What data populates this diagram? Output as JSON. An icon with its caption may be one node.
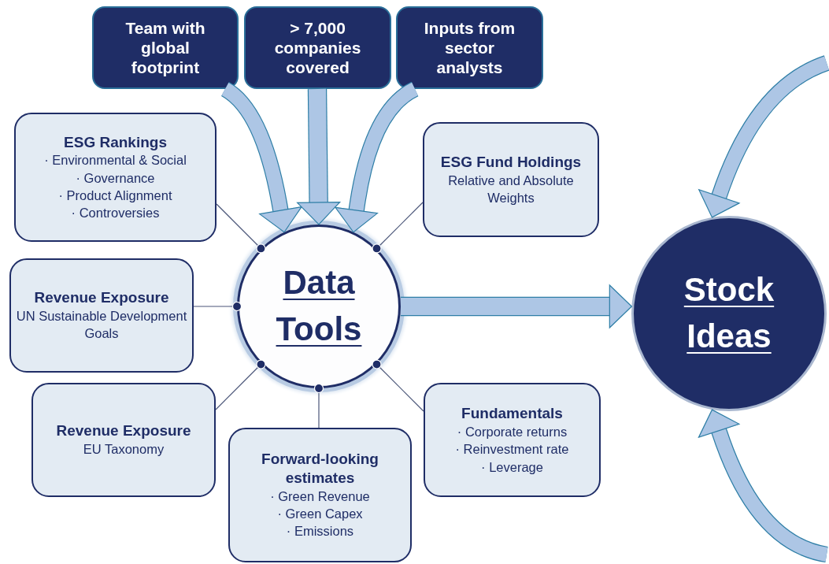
{
  "diagram": {
    "nodes": [
      {
        "text": [
          "Team with global footprint"
        ]
      },
      {
        "text": [
          "> 7,000 companies covered"
        ]
      },
      {
        "text": [
          "Inputs from sector analysts"
        ]
      },
      {
        "text": [
          "ESG Rankings",
          "· Environmental & Social",
          "· Governance",
          "· Product Alignment",
          "· Controversies"
        ]
      },
      {
        "text": [
          "ESG Fund Holdings",
          "Relative and Absolute Weights"
        ]
      },
      {
        "text": [
          "Data Tools"
        ]
      },
      {
        "text": [
          "Revenue Exposure",
          "UN Sustainable Development Goals"
        ]
      },
      {
        "text": [
          "Revenue Exposure",
          "EU Taxonomy"
        ]
      },
      {
        "text": [
          "Forward-looking estimates",
          "· Green Revenue",
          "· Green Capex",
          "· Emissions"
        ]
      },
      {
        "text": [
          "Fundamentals",
          "· Corporate returns",
          "· Reinvestment rate",
          "· Leverage"
        ]
      },
      {
        "text": [
          "Stock Ideas"
        ]
      }
    ],
    "edges": [
      {
        "from": 0,
        "to": 5,
        "arrow": "to",
        "style": "thick"
      },
      {
        "from": 1,
        "to": 5,
        "arrow": "to",
        "style": "thick"
      },
      {
        "from": 2,
        "to": 5,
        "arrow": "to",
        "style": "thick"
      },
      {
        "from": 3,
        "to": 5,
        "arrow": "other",
        "color": "#4a5578"
      },
      {
        "from": 4,
        "to": 5,
        "arrow": "other",
        "color": "#4a5578"
      },
      {
        "from": 6,
        "to": 5,
        "arrow": "other",
        "color": "#4a5578"
      },
      {
        "from": 7,
        "to": 5,
        "arrow": "other",
        "color": "#4a5578"
      },
      {
        "from": 8,
        "to": 5,
        "arrow": "other",
        "color": "#4a5578"
      },
      {
        "from": 9,
        "to": 5,
        "arrow": "other",
        "color": "#4a5578"
      },
      {
        "from": 5,
        "to": 10,
        "arrow": "to",
        "style": "thick"
      },
      {
        "from": null,
        "to": 10,
        "arrow": "to",
        "style": "thick"
      },
      {
        "from": null,
        "to": 10,
        "arrow": "to",
        "style": "thick"
      }
    ]
  }
}
